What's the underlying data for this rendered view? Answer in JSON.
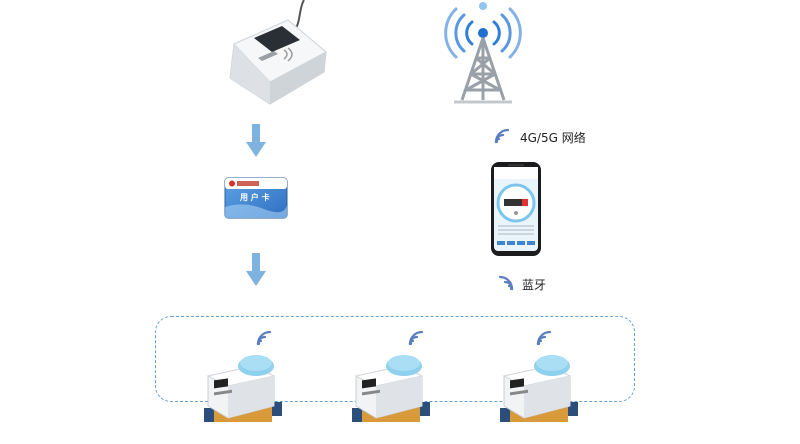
{
  "card": {
    "text": "用 户 卡",
    "brand": ""
  },
  "reader": {
    "text": ""
  },
  "network": {
    "label": "4G/5G 网络"
  },
  "bluetooth": {
    "label": "蓝牙"
  },
  "icons": {
    "arrow": "arrow-down-icon",
    "wifi": "wifi-signal-icon",
    "tower": "radio-tower-icon"
  },
  "colors": {
    "arrow": "#7fb3df",
    "wifi": "#5b7ec2",
    "dashed": "#6aa0cf",
    "card": "#3f86d1",
    "meterCap": "#8ed0ee",
    "meterBrass": "#d99a3b",
    "tower": "#9aa0a8",
    "signal": "#2f7ed8"
  }
}
